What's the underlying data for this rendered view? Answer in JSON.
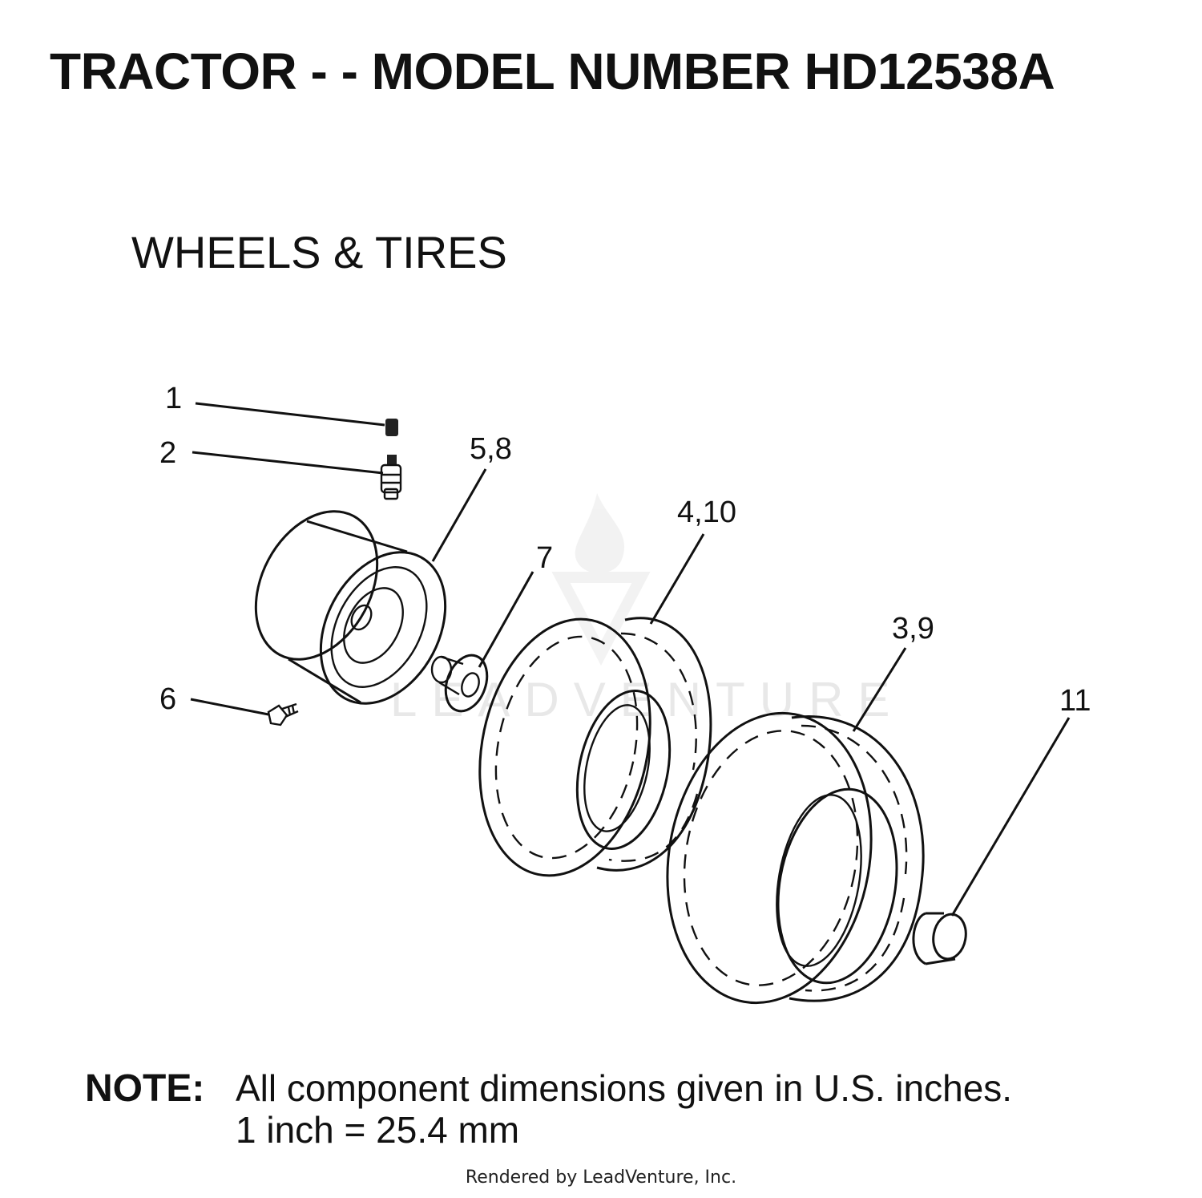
{
  "page": {
    "title": "TRACTOR - - MODEL NUMBER HD12538A",
    "section_title": "WHEELS & TIRES",
    "watermark": "LEADVENTURE",
    "note": {
      "label": "NOTE:",
      "line1": "All component dimensions given in U.S. inches.",
      "line2": "1 inch = 25.4 mm"
    },
    "footer": "Rendered by LeadVenture, Inc."
  },
  "callouts": [
    {
      "id": "c1",
      "label": "1"
    },
    {
      "id": "c2",
      "label": "2"
    },
    {
      "id": "c58",
      "label": "5,8"
    },
    {
      "id": "c7",
      "label": "7"
    },
    {
      "id": "c410",
      "label": "4,10"
    },
    {
      "id": "c39",
      "label": "3,9"
    },
    {
      "id": "c6",
      "label": "6"
    },
    {
      "id": "c11",
      "label": "11"
    }
  ]
}
